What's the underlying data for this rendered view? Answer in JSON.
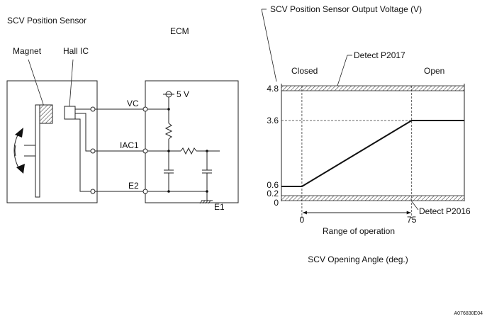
{
  "circuit": {
    "sensor_title": "SCV Position Sensor",
    "ecm_title": "ECM",
    "magnet_label": "Magnet",
    "hall_label": "Hall IC",
    "supply_label": "5 V",
    "terminals": [
      "VC",
      "IAC1",
      "E2"
    ],
    "ground_label": "E1"
  },
  "chart_data": {
    "type": "line",
    "title": "SCV Position Sensor Output Voltage (V)",
    "xlabel": "SCV Opening Angle (deg.)",
    "ylabel": "SCV Position Sensor Output Voltage (V)",
    "state_closed": "Closed",
    "state_open": "Open",
    "x_ticks": [
      "0",
      "75"
    ],
    "y_ticks": [
      "4.8",
      "3.6",
      "0.6",
      "0.2",
      "0"
    ],
    "x_tick_values": [
      0,
      75
    ],
    "y_tick_values": [
      4.8,
      3.6,
      0.6,
      0.2,
      0
    ],
    "xlim": [
      -14,
      111
    ],
    "ylim": [
      0,
      4.8
    ],
    "series": [
      {
        "points": [
          [
            -14,
            0.6
          ],
          [
            0,
            0.6
          ],
          [
            75,
            3.6
          ],
          [
            111,
            3.6
          ]
        ]
      }
    ],
    "thresholds": [
      {
        "label": "Detect P2017",
        "value": 4.8
      },
      {
        "label": "Detect P2016",
        "value": 0.2
      }
    ],
    "range_label": "Range of operation",
    "range": [
      0,
      75
    ]
  },
  "figure_code": "A076830E04"
}
